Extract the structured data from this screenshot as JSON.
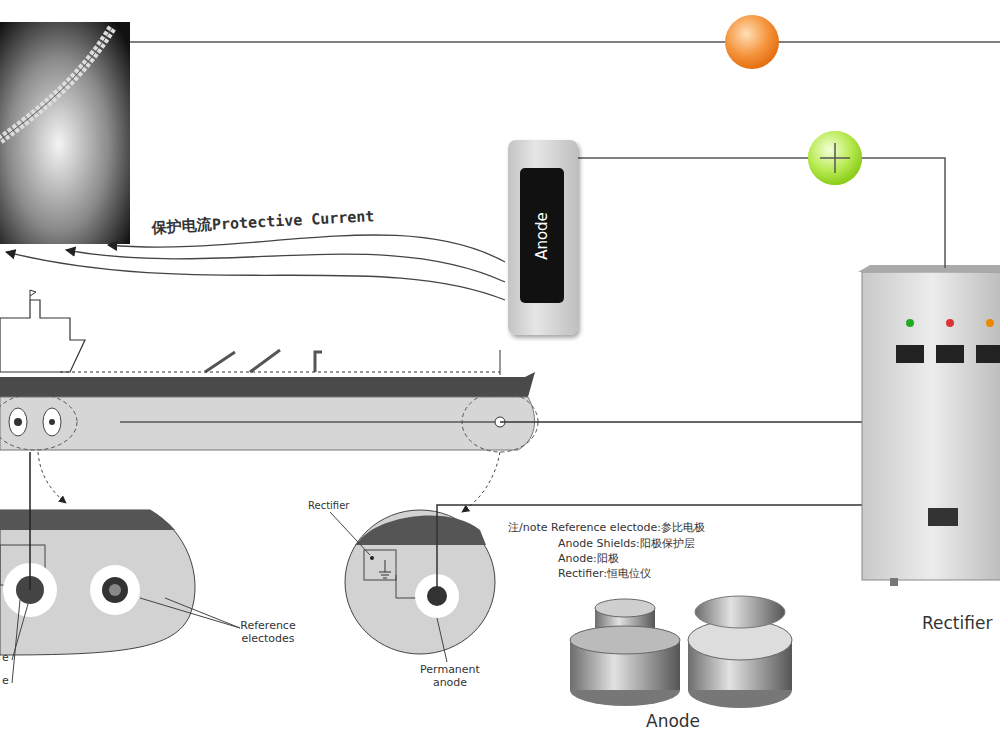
{
  "diagram": {
    "nodes": [
      {
        "text": [
          "Anode"
        ]
      },
      {
        "text": [
          "Rectifier"
        ]
      }
    ],
    "edges": [
      {
        "from": 0,
        "to": 1,
        "arrow": "none"
      }
    ],
    "labels": [
      "保护电流Protective Current",
      "Rectifier",
      "Reference electodes",
      "Permanent anode",
      "e",
      "e",
      "注/note Reference electode:参比电极",
      "Anode Shields:阳极保护层",
      "Anode:阳极",
      "Rectifier:恒电位仪",
      "Anode"
    ]
  }
}
